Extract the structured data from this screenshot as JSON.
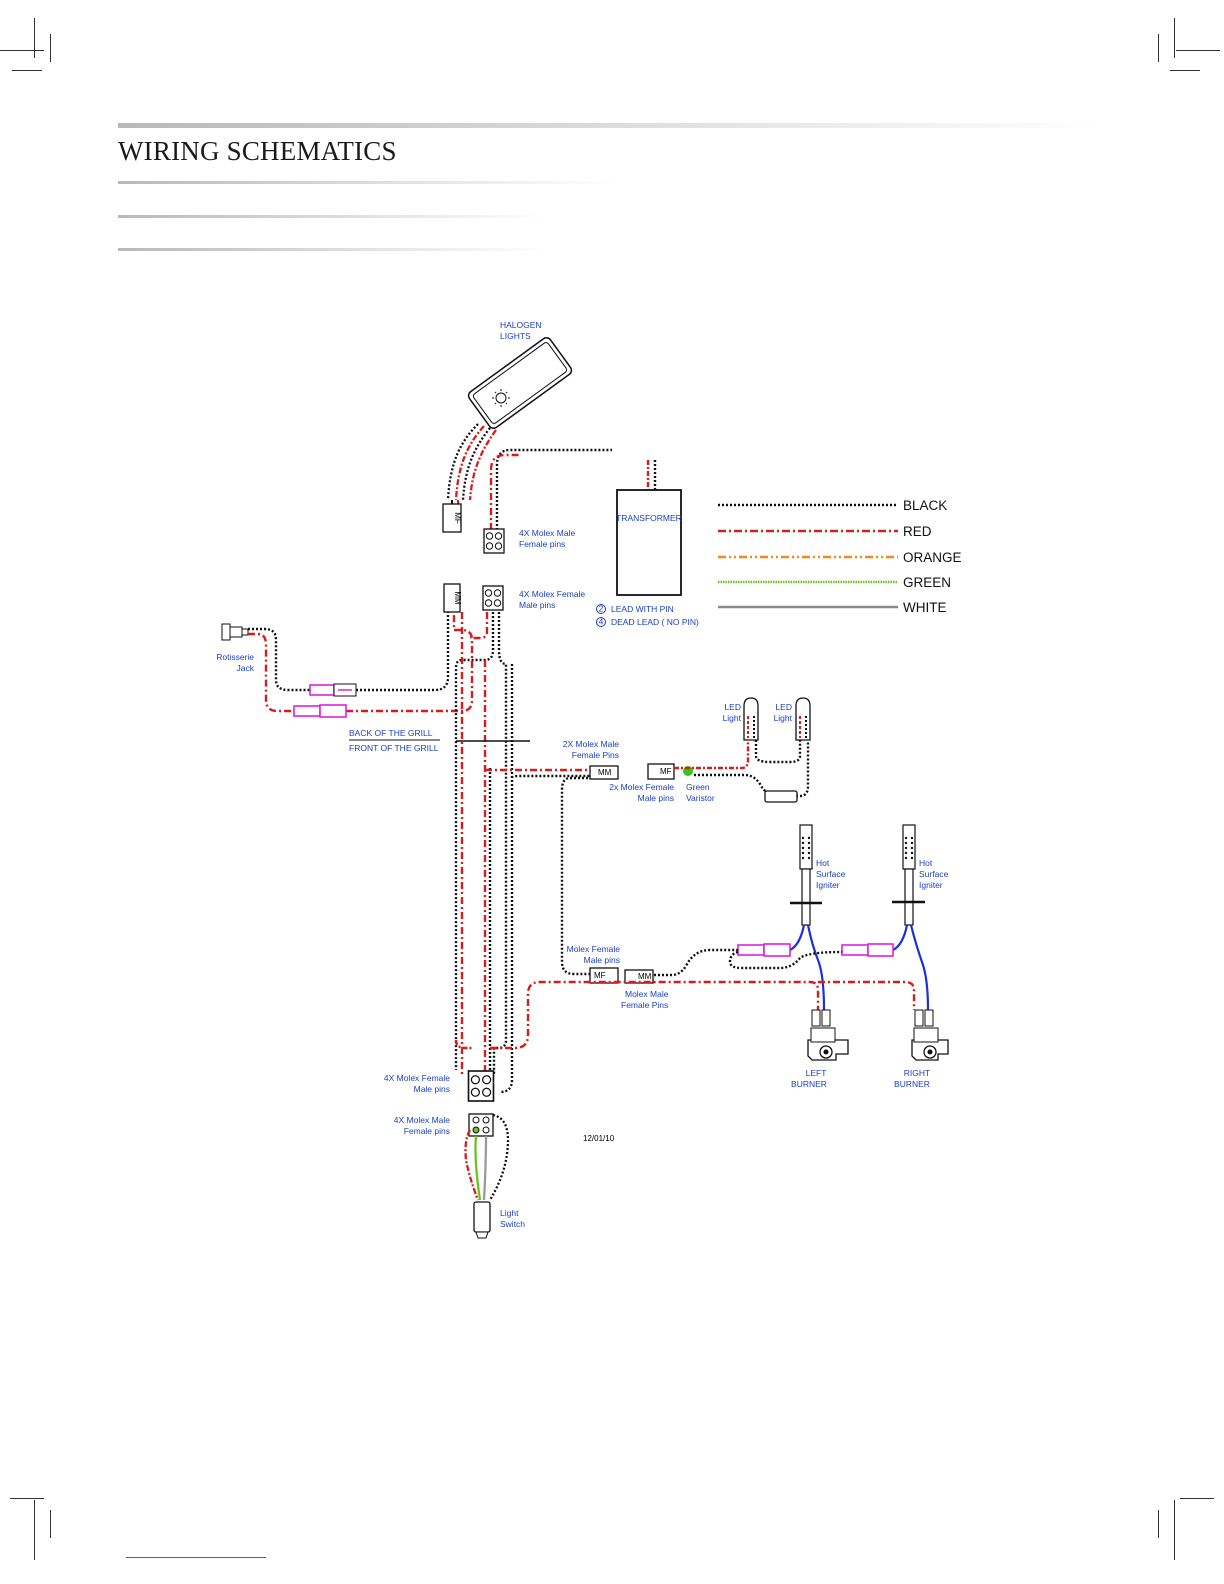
{
  "page": {
    "title": "WIRING SCHEMATICS"
  },
  "legend": [
    {
      "label": "BLACK",
      "color": "#111111",
      "dash": "2,2"
    },
    {
      "label": "RED",
      "color": "#d81c1c",
      "dash": "8,3,2,3"
    },
    {
      "label": "ORANGE",
      "color": "#f08a1c",
      "dash": "8,3,2,3,2,3"
    },
    {
      "label": "GREEN",
      "color": "#6cc21e",
      "dash": "1.5,1"
    },
    {
      "label": "WHITE",
      "color": "#888888",
      "dash": ""
    }
  ],
  "labels": {
    "halogen_1": "HALOGEN",
    "halogen_2": "LIGHTS",
    "molex_top_male_1": "4X Molex Male",
    "molex_top_male_2": "Female pins",
    "transformer": "TRANSFORMER",
    "lead_with_pin": "LEAD WITH PIN",
    "dead_lead": "DEAD LEAD  ( NO PIN)",
    "lead_with_pin_num": "2",
    "dead_lead_num": "4",
    "molex_top_female_1": "4X Molex Female",
    "molex_top_female_2": "Male pins",
    "rotisserie_1": "Rotisserie",
    "rotisserie_2": "Jack",
    "back_of_grill": "BACK OF THE GRILL",
    "front_of_grill": "FRONT OF THE GRILL",
    "led_light_1a": "LED",
    "led_light_1b": "Light",
    "led_light_2a": "LED",
    "led_light_2b": "Light",
    "molex_2x_male_1": "2X Molex Male",
    "molex_2x_male_2": "Female Pins",
    "molex_2x_female_1": "2x Molex Female",
    "molex_2x_female_2": "Male pins",
    "green_varistor_1": "Green",
    "green_varistor_2": "Varistor",
    "hsi_left_1": "Hot",
    "hsi_left_2": "Surface",
    "hsi_left_3": "Igniter",
    "hsi_right_1": "Hot",
    "hsi_right_2": "Surface",
    "hsi_right_3": "Igniter",
    "molex_female_mid_1": "Molex Female",
    "molex_female_mid_2": "Male pins",
    "molex_male_mid_1": "Molex Male",
    "molex_male_mid_2": "Female Pins",
    "left_burner_1": "LEFT",
    "left_burner_2": "BURNER",
    "right_burner_1": "RIGHT",
    "right_burner_2": "BURNER",
    "molex_bottom_female_1": "4X Molex Female",
    "molex_bottom_female_2": "Male pins",
    "molex_bottom_male_1": "4X Molex Male",
    "molex_bottom_male_2": "Female pins",
    "light_switch_1": "Light",
    "light_switch_2": "Switch",
    "date": "12/01/10",
    "mf": "MF",
    "mm": "MM"
  },
  "colors": {
    "black_wire": "#111111",
    "red_wire": "#d81c1c",
    "green_wire": "#6cc21e",
    "blue_wire": "#1c2fd8",
    "magenta": "#e020e0",
    "label_blue": "#1a3fbf"
  }
}
